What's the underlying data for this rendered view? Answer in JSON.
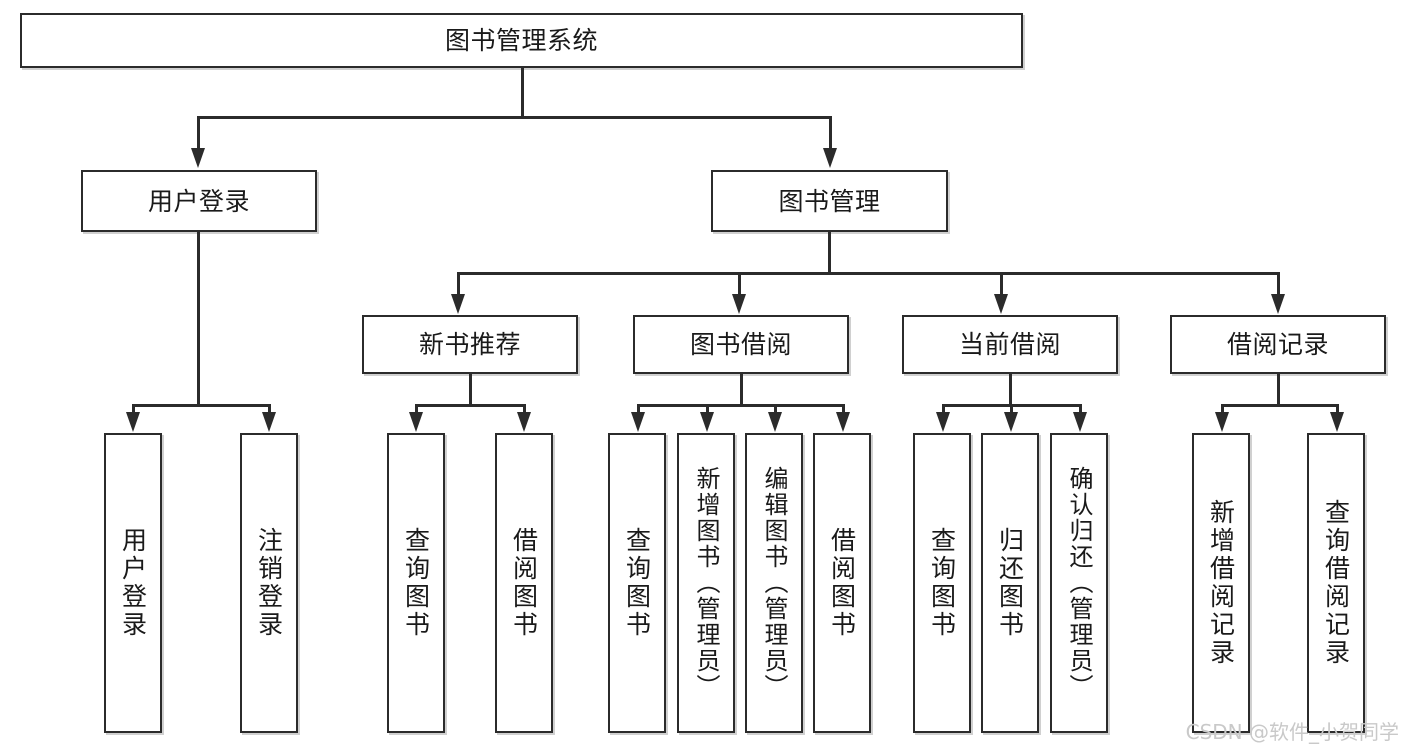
{
  "diagram": {
    "title": "图书管理系统",
    "type": "tree-hierarchy",
    "watermark": "CSDN @软件_小贺同学",
    "levels": {
      "level1": [
        {
          "id": "root",
          "label": "图书管理系统"
        }
      ],
      "level2": [
        {
          "id": "user-login",
          "label": "用户登录"
        },
        {
          "id": "book-management",
          "label": "图书管理"
        }
      ],
      "level3": [
        {
          "id": "new-book-recommend",
          "label": "新书推荐"
        },
        {
          "id": "book-borrow",
          "label": "图书借阅"
        },
        {
          "id": "current-borrow",
          "label": "当前借阅"
        },
        {
          "id": "borrow-record",
          "label": "借阅记录"
        }
      ],
      "level4": [
        {
          "id": "leaf-user-login",
          "label": "用户登录",
          "parent": "user-login"
        },
        {
          "id": "leaf-logout-login",
          "label": "注销登录",
          "parent": "user-login"
        },
        {
          "id": "leaf-query-book-1",
          "label": "查询图书",
          "parent": "new-book-recommend"
        },
        {
          "id": "leaf-borrow-book-1",
          "label": "借阅图书",
          "parent": "new-book-recommend"
        },
        {
          "id": "leaf-query-book-2",
          "label": "查询图书",
          "parent": "book-borrow"
        },
        {
          "id": "leaf-add-book",
          "label": "新增图书（管理员）",
          "parent": "book-borrow"
        },
        {
          "id": "leaf-edit-book",
          "label": "编辑图书（管理员）",
          "parent": "book-borrow"
        },
        {
          "id": "leaf-borrow-book-2",
          "label": "借阅图书",
          "parent": "book-borrow"
        },
        {
          "id": "leaf-query-book-3",
          "label": "查询图书",
          "parent": "current-borrow"
        },
        {
          "id": "leaf-return-book",
          "label": "归还图书",
          "parent": "current-borrow"
        },
        {
          "id": "leaf-confirm-return",
          "label": "确认归还（管理员）",
          "parent": "current-borrow"
        },
        {
          "id": "leaf-add-record",
          "label": "新增借阅记录",
          "parent": "borrow-record"
        },
        {
          "id": "leaf-query-record",
          "label": "查询借阅记录",
          "parent": "borrow-record"
        }
      ]
    },
    "colors": {
      "stroke": "#2b2b2b",
      "fill": "#ffffff",
      "text": "#1a1a1a",
      "watermark": "#c9c9c9"
    }
  }
}
